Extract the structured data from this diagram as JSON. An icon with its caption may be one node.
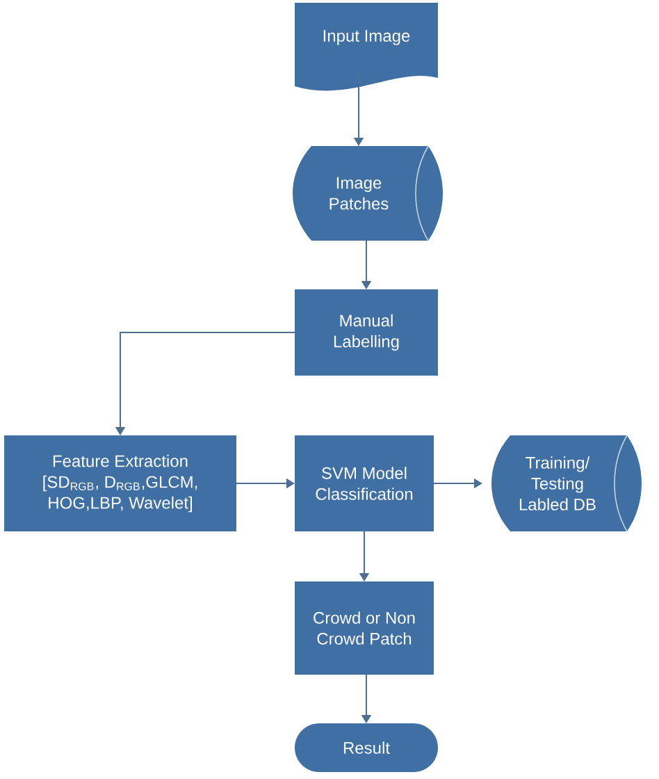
{
  "diagram": {
    "nodes": [
      {
        "text": [
          "Input Image"
        ]
      },
      {
        "text": [
          "Image Patches"
        ]
      },
      {
        "text": [
          "Manual Labelling"
        ]
      },
      {
        "text": [
          "Feature Extraction [SD$_{RGB}$, D$_{RGB}$,GLCM, HOG,LBP, Wavelet]"
        ]
      },
      {
        "text": [
          "SVM Model Classification"
        ]
      },
      {
        "text": [
          "Training/ Testing Labled DB"
        ]
      },
      {
        "text": [
          "Crowd or Non Crowd Patch"
        ]
      },
      {
        "text": [
          "Result"
        ]
      }
    ],
    "edges": [
      {
        "from": 0,
        "to": 1,
        "arrow": "to"
      },
      {
        "from": 1,
        "to": 2,
        "arrow": "to"
      },
      {
        "from": 2,
        "to": 3,
        "arrow": "to"
      },
      {
        "from": 3,
        "to": 4,
        "arrow": "to"
      },
      {
        "from": 4,
        "to": 5,
        "arrow": "to"
      },
      {
        "from": 4,
        "to": 6,
        "arrow": "to"
      },
      {
        "from": 6,
        "to": 7,
        "arrow": "to"
      }
    ]
  }
}
